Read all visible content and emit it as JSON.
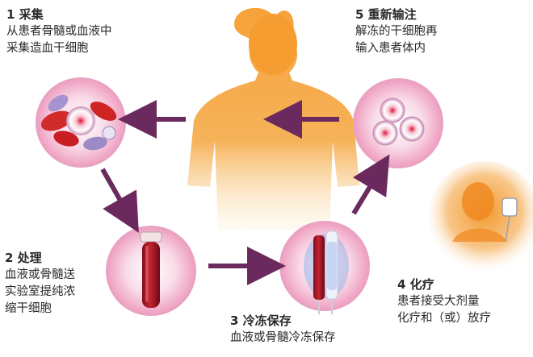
{
  "steps": [
    {
      "num": "1",
      "title": "采集",
      "lines": [
        "从患者骨髓或血液中",
        "采集造血干细胞"
      ]
    },
    {
      "num": "2",
      "title": "处理",
      "lines": [
        "血液或骨髓送",
        "实验室提纯浓",
        "缩干细胞"
      ]
    },
    {
      "num": "3",
      "title": "冷冻保存",
      "lines": [
        "血液或骨髓冷冻保存"
      ]
    },
    {
      "num": "4",
      "title": "化疗",
      "lines": [
        "患者接受大剂量",
        "化疗和（或）放疗"
      ]
    },
    {
      "num": "5",
      "title": "重新输注",
      "lines": [
        "解冻的干细胞再",
        "输入患者体内"
      ]
    }
  ],
  "colors": {
    "body_orange": "#f39a2e",
    "arrow_purple": "#6b2a5e",
    "circle_pink": "#f4c7da",
    "blood_red": "#b3202f"
  },
  "icons": [
    "patient-torso-icon",
    "cell-sample-icon",
    "blood-tube-icon",
    "frozen-vial-icon",
    "thawed-cells-icon",
    "chemo-patient-icon"
  ]
}
